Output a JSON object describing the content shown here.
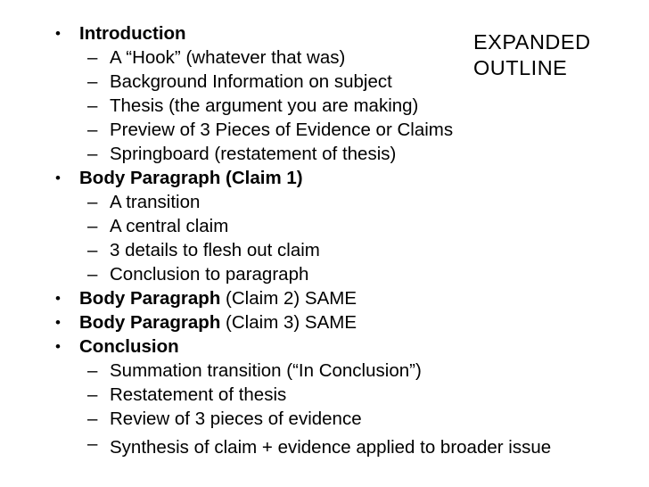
{
  "slide": {
    "title": "EXPANDED OUTLINE",
    "outline": {
      "items": [
        {
          "level": 1,
          "marker": "•",
          "bold": "Introduction",
          "regular": ""
        },
        {
          "level": 2,
          "marker": "–",
          "bold": "",
          "regular": "A “Hook” (whatever that was)"
        },
        {
          "level": 2,
          "marker": "–",
          "bold": "",
          "regular": "Background Information on subject"
        },
        {
          "level": 2,
          "marker": "–",
          "bold": "",
          "regular": "Thesis (the argument you are making)"
        },
        {
          "level": 2,
          "marker": "–",
          "bold": "",
          "regular": "Preview of 3 Pieces of Evidence or Claims"
        },
        {
          "level": 2,
          "marker": "–",
          "bold": "",
          "regular": "Springboard (restatement of thesis)"
        },
        {
          "level": 1,
          "marker": "•",
          "bold": "Body Paragraph (Claim 1)",
          "regular": ""
        },
        {
          "level": 2,
          "marker": "–",
          "bold": "",
          "regular": "A transition"
        },
        {
          "level": 2,
          "marker": "–",
          "bold": "",
          "regular": "A central claim"
        },
        {
          "level": 2,
          "marker": "–",
          "bold": "",
          "regular": "3 details to flesh out claim"
        },
        {
          "level": 2,
          "marker": "–",
          "bold": "",
          "regular": "Conclusion to paragraph"
        },
        {
          "level": 1,
          "marker": "•",
          "bold": "Body Paragraph",
          "regular": " (Claim 2) SAME"
        },
        {
          "level": 1,
          "marker": "•",
          "bold": "Body Paragraph",
          "regular": " (Claim 3) SAME"
        },
        {
          "level": 1,
          "marker": "•",
          "bold": "Conclusion",
          "regular": ""
        },
        {
          "level": 2,
          "marker": "–",
          "bold": "",
          "regular": "Summation transition (“In Conclusion”)"
        },
        {
          "level": 2,
          "marker": "–",
          "bold": "",
          "regular": "Restatement of thesis"
        },
        {
          "level": 2,
          "marker": "–",
          "bold": "",
          "regular": "Review of 3 pieces of evidence"
        },
        {
          "level": 2,
          "marker": "–",
          "bold": "",
          "regular": "Synthesis of claim + evidence applied to broader issue",
          "spaced": true,
          "raised_marker": true
        }
      ]
    }
  }
}
